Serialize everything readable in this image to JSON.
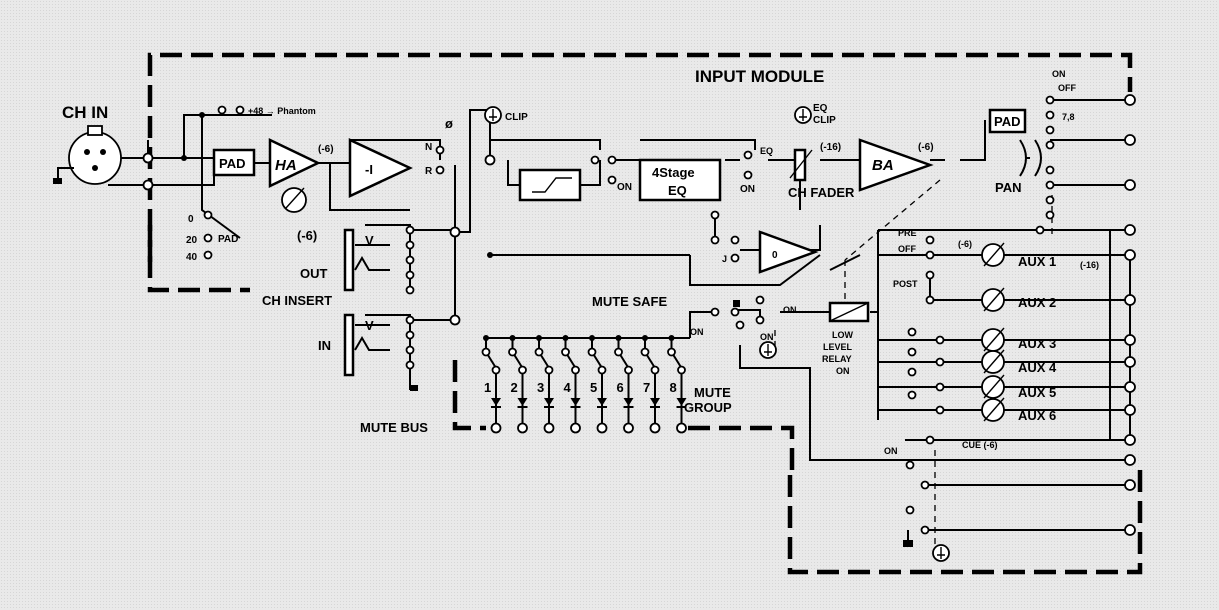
{
  "diagram": {
    "module_title": "INPUT MODULE",
    "ch_in": "CH IN",
    "phantom": "+48 → Phantom",
    "pad": "PAD",
    "pad_switch": "PAD",
    "pad_values": [
      "0",
      "20",
      "40"
    ],
    "ha": "HA",
    "ha_gain": "(-6)",
    "inverter": "-I",
    "polarity_n": "N",
    "polarity_r": "R",
    "polarity_symbol": "ø",
    "clip1": "CLIP",
    "filter_on": "ON",
    "eq_block": [
      "4Stage",
      "EQ"
    ],
    "eq_on": "ON",
    "eq_label": "EQ",
    "eq_clip": [
      "EQ",
      "CLIP"
    ],
    "fader_gain": "(-16)",
    "ch_fader": "CH FADER",
    "ba": "BA",
    "ba_gain": "(-6)",
    "pan_pad": "PAD",
    "pan": "PAN",
    "pan_switch": [
      "ON",
      "OFF",
      "7,8"
    ],
    "insert_gain": "(-6)",
    "insert_out": "OUT",
    "ch_insert": "CH INSERT",
    "insert_in": "IN",
    "insert_v": "V",
    "direct_j": "J",
    "direct_amp": "0",
    "aux_modes": [
      "PRE",
      "OFF",
      "POST"
    ],
    "aux1_gain": "(-6)",
    "aux_bus_gain": "(-16)",
    "aux_labels": [
      "AUX 1",
      "AUX 2",
      "AUX 3",
      "AUX 4",
      "AUX 5",
      "AUX 6"
    ],
    "mute_safe": "MUTE SAFE",
    "mute_on1": "ON",
    "mute_on2": "ON",
    "mute_on3": "ON",
    "relay": [
      "LOW",
      "LEVEL",
      "RELAY",
      "ON"
    ],
    "mute_numbers": [
      "1",
      "2",
      "3",
      "4",
      "5",
      "6",
      "7",
      "8"
    ],
    "mute_group": [
      "MUTE",
      "GROUP"
    ],
    "mute_bus": "MUTE BUS",
    "cue": "CUE (-6)",
    "cue_on": "ON"
  }
}
